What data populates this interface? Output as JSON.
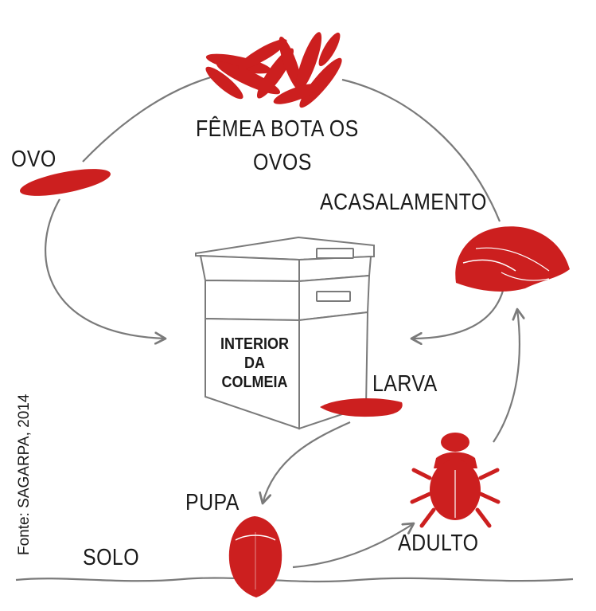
{
  "diagram": {
    "labels": {
      "femea_line1": "FÊMEA BOTA OS",
      "femea_line2": "OVOS",
      "ovo": "OVO",
      "acasalamento": "ACASALAMENTO",
      "larva": "LARVA",
      "pupa": "PUPA",
      "adulto": "ADULTO",
      "solo": "SOLO"
    },
    "hive": {
      "line1": "INTERIOR",
      "line2": "DA",
      "line3": "COLMEIA"
    },
    "source": "Fonte: SAGARPA, 2014",
    "colors": {
      "accent": "#cc1f1f",
      "line": "#7a7a7a",
      "text": "#1a1a1a"
    }
  }
}
